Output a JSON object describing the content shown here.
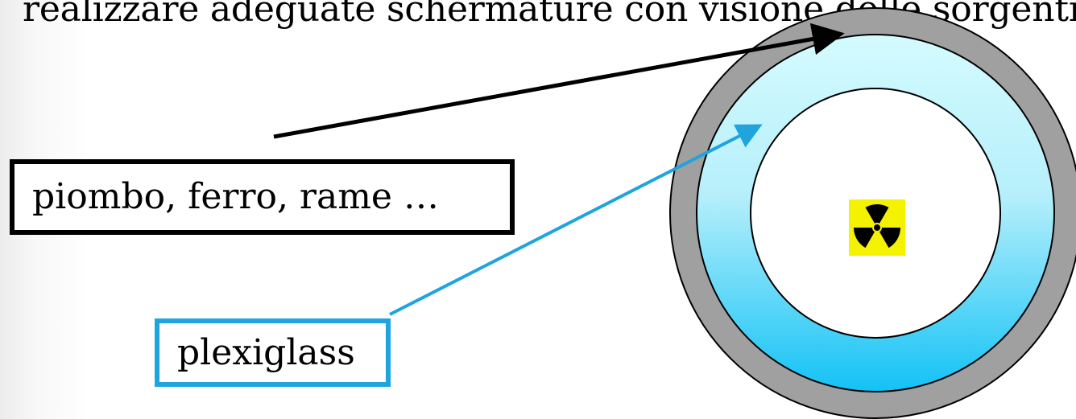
{
  "heading": "realizzare adeguate schermature con visione delle sorgenti",
  "labels": {
    "metal": "piombo, ferro, rame …",
    "plexiglass": "plexiglass"
  },
  "colors": {
    "outer_ring": "#a0a0a0",
    "inner_ring_top": "#d4fbfe",
    "inner_ring_bottom": "#13c2f5",
    "core": "#ffffff",
    "metal_border": "#000000",
    "plexiglass_border": "#1fa4dd",
    "radiation_bg": "#f5f200",
    "radiation_symbol": "#000000"
  },
  "icons": {
    "source": "radiation-trefoil-icon"
  }
}
